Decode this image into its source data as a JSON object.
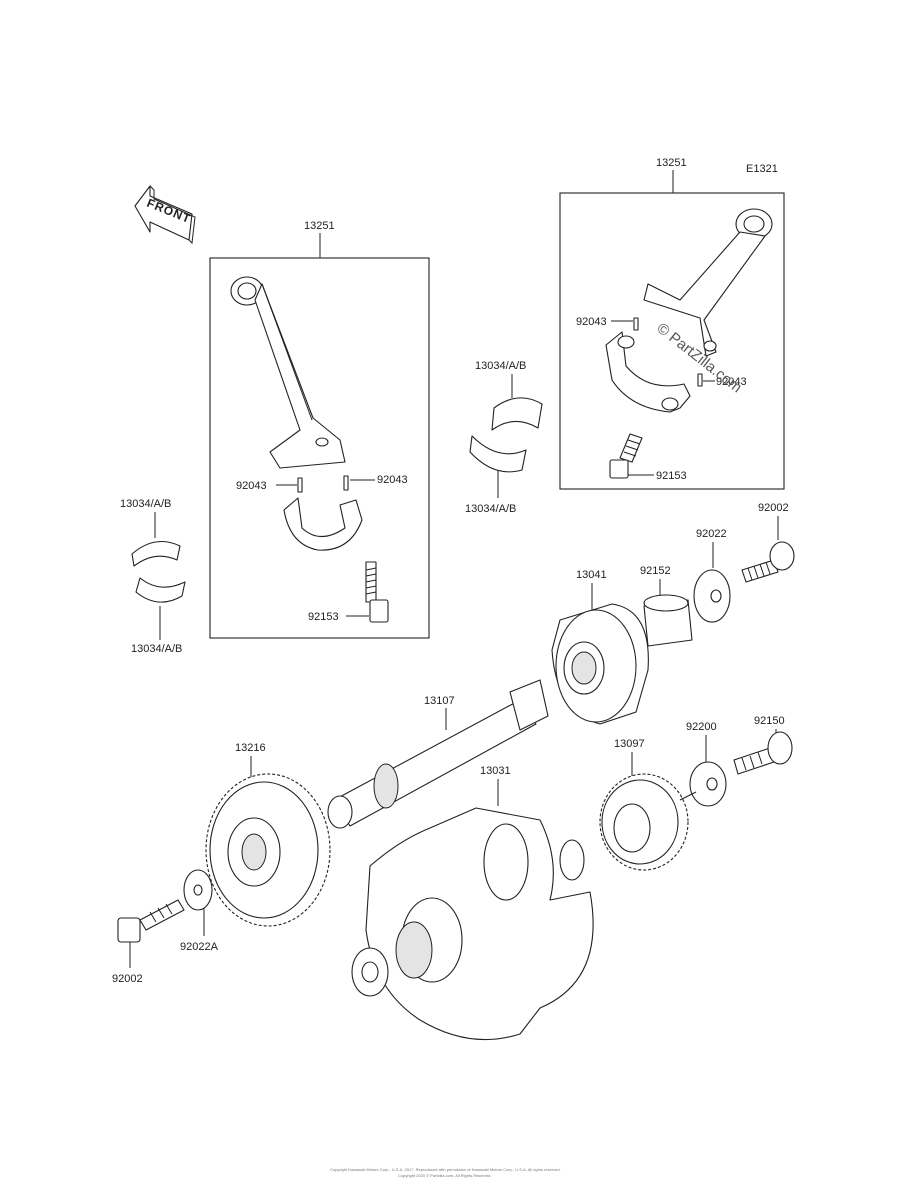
{
  "diagram_code": "E1321",
  "front_label": "FRONT",
  "watermark": "© PartZilla.com",
  "footer": [
    "Copyright Kawasaki Motors Corp., U.S.A. 2017. Reproduced with permission of Kawasaki Motors Corp., U.S.A. All rights reserved.",
    "Copyright 2020 © Partzilla.com, All Rights Reserved."
  ],
  "callouts": {
    "box_left_title": "13251",
    "box_right_title": "13251",
    "pin_left_a": "92043",
    "pin_left_b": "92043",
    "bolt_left": "92153",
    "pin_right_a": "92043",
    "pin_right_b": "92043",
    "bolt_right": "92153",
    "bearing_mid_top": "13034/A/B",
    "bearing_mid_bottom": "13034/A/B",
    "bearing_left_top": "13034/A/B",
    "bearing_left_bottom": "13034/A/B",
    "bolt_right_top": "92002",
    "washer_right_top": "92022",
    "collar": "92152",
    "clutch": "13041",
    "shaft": "13107",
    "gear_left": "13216",
    "crankshaft": "13031",
    "gear_right": "13097",
    "washer_right_mid": "92200",
    "bolt_right_mid": "92150",
    "bolt_left_bottom": "92002",
    "washer_left_bottom": "92022A"
  }
}
